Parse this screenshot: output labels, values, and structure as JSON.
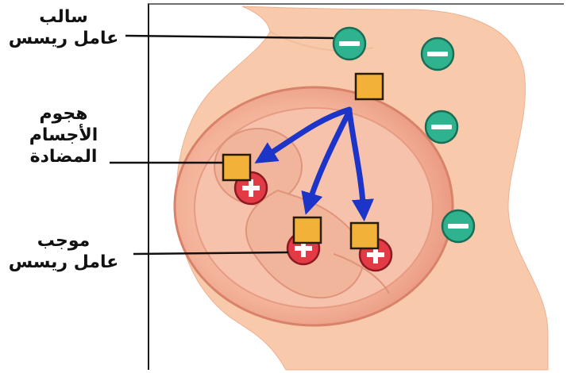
{
  "labels": {
    "negative": {
      "line1": "سالب",
      "line2": "عامل ريسس"
    },
    "antibodies": {
      "line1": "هجوم",
      "line2": "الأجسام",
      "line3": "المضادة"
    },
    "positive": {
      "line1": "موجب",
      "line2": "عامل ريسس"
    }
  },
  "symbols": {
    "minus": "−",
    "plus": "+"
  },
  "colors": {
    "skin": "#f7c3a3",
    "uterus": "#ef9f86",
    "negative_cell": "#2fb38e",
    "positive_cell": "#e23b45",
    "antibody": "#f2b23a",
    "arrow": "#1c34c8"
  }
}
